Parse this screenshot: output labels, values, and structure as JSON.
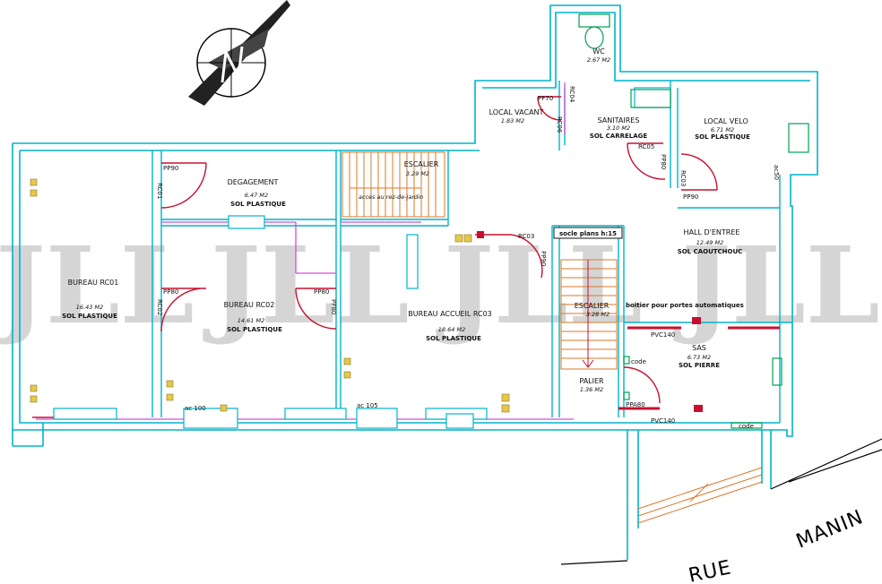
{
  "rooms": [
    {
      "name": "WC",
      "area": "2.67 M2"
    },
    {
      "name": "LOCAL VACANT",
      "area": "1.83 M2"
    },
    {
      "name": "SANITAIRES",
      "area": "3.10 M2",
      "floor": "SOL CARRELAGE"
    },
    {
      "name": "LOCAL VELO",
      "area": "6.71 M2",
      "floor": "SOL PLASTIQUE"
    },
    {
      "name": "DEGAGEMENT",
      "area": "6.47 M2",
      "floor": "SOL PLASTIQUE"
    },
    {
      "name": "ESCALIER",
      "area": "3.29 M2",
      "note": "acces au rez-de-jardin"
    },
    {
      "name": "HALL D'ENTREE",
      "area": "12.49 M2",
      "floor": "SOL CAOUTCHOUC"
    },
    {
      "name": "BUREAU RC01",
      "area": "16.43 M2",
      "floor": "SOL PLASTIQUE"
    },
    {
      "name": "BUREAU RC02",
      "area": "14.61 M2",
      "floor": "SOL PLASTIQUE"
    },
    {
      "name": "BUREAU ACCUEIL RC03",
      "area": "18.64 M2",
      "floor": "SOL PLASTIQUE"
    },
    {
      "name": "ESCALIER",
      "area": "3.28 M2"
    },
    {
      "name": "SAS",
      "area": "6.73 M2",
      "floor": "SOL PIERRE"
    },
    {
      "name": "PALIER",
      "area": "1.36 M2"
    }
  ],
  "doors": [
    "PF70",
    "RC06",
    "RC04",
    "RC05",
    "PP80",
    "RC03",
    "PP90",
    "PP90",
    "RC01",
    "PP80",
    "RC02",
    "PP80",
    "RC03",
    "PP90",
    "PPA80",
    "PP80",
    "ac50"
  ],
  "annotations": {
    "socle": "socle plans h:15",
    "boitier": "boitier pour portes automatiques",
    "pvc1": "PVC140",
    "pvc2": "PVC140",
    "code1": "code",
    "code2": "code",
    "ac100": "ac 100",
    "ac105": "ac 105"
  },
  "street": {
    "w1": "RUE",
    "w2": "MANIN"
  },
  "watermark": "JLL",
  "colors": {
    "wall": "#00b4cc",
    "door": "#c8102e",
    "partition": "#d24dd8",
    "stair": "#d97a2b",
    "fixture": "#00a050",
    "fill": "#fff"
  }
}
